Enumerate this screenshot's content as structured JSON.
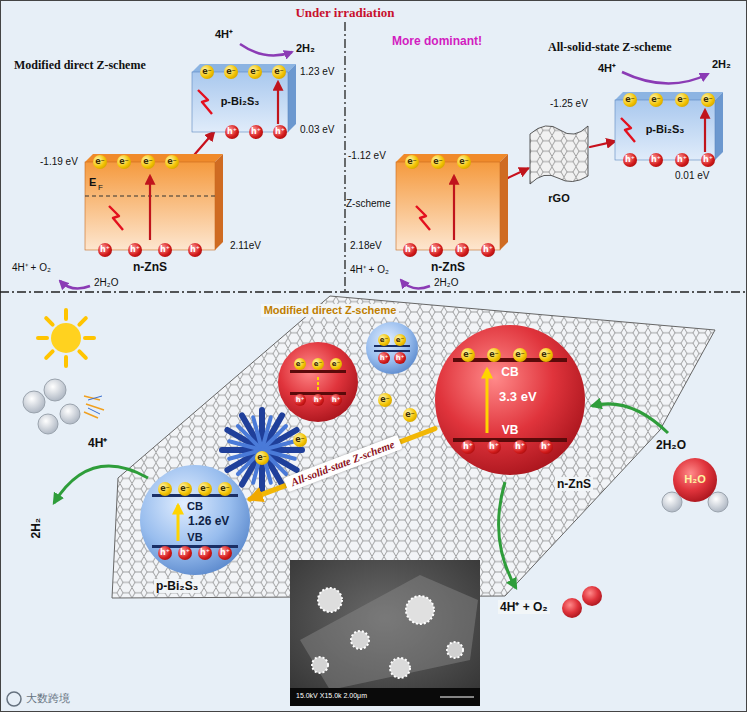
{
  "diagram": {
    "nodes": [
      {
        "text": [
          "n-ZnS"
        ]
      },
      {
        "text": [
          "p-Bi₂S₃"
        ]
      },
      {
        "text": [
          "n-ZnS"
        ]
      },
      {
        "text": [
          "rGO"
        ]
      },
      {
        "text": [
          "p-Bi₂S₃"
        ]
      },
      {
        "text": [
          "CB",
          "VB",
          "3.3 eV",
          "n-ZnS"
        ]
      },
      {
        "text": [
          "CB",
          "VB",
          "1.26 eV",
          "p-Bi₂S₃"
        ]
      }
    ],
    "edges": [
      {
        "from": 0,
        "to": 1,
        "arrow": "to"
      },
      {
        "from": 2,
        "to": 3,
        "arrow": "to"
      },
      {
        "from": 3,
        "to": 4,
        "arrow": "to"
      },
      {
        "from": 5,
        "to": 6,
        "arrow": "to",
        "label": "All-solid-state Z-scheme"
      }
    ],
    "labels": [
      "Under irradiation",
      "Modified direct Z-scheme",
      "4H⁺",
      "2H₂",
      "1.23 eV",
      "0.03 eV",
      "-1.19 eV",
      "E",
      "F",
      "2.11eV",
      "4H⁺ + O₂",
      "2H₂O",
      "More dominant!",
      "All-solid-state Z-scheme",
      "4H⁺",
      "2H₂",
      "-1.12 eV",
      "-1.25 eV",
      "Z-scheme",
      "0.01 eV",
      "2.18eV",
      "4H⁺ + O₂",
      "2H₂O",
      "Modified direct Z-scheme",
      "4H⁺",
      "2H₂",
      "2H₂O",
      "H₂O",
      "4H⁺ + O₂",
      "15.0kV X15.0k 2.00μm",
      "大数跨境",
      "e⁻",
      "e⁻",
      "e⁻",
      "e⁻",
      "h⁺",
      "h⁺",
      "h⁺",
      "h⁺",
      "e⁻",
      "e⁻",
      "e⁻",
      "e⁻",
      "h⁺",
      "h⁺",
      "h⁺",
      "e⁻",
      "e⁻",
      "e⁻",
      "h⁺",
      "h⁺",
      "h⁺",
      "h⁺",
      "e⁻",
      "e⁻",
      "e⁻",
      "e⁻",
      "h⁺",
      "h⁺",
      "h⁺",
      "h⁺",
      "e⁻",
      "e⁻",
      "e⁻",
      "h⁺",
      "h⁺",
      "h⁺",
      "e⁻",
      "e⁻",
      "h⁺",
      "h⁺",
      "e⁻",
      "e⁻",
      "e⁻",
      "e⁻",
      "h⁺",
      "h⁺",
      "h⁺",
      "h⁺",
      "e⁻",
      "e⁻",
      "e⁻",
      "e⁻",
      "h⁺",
      "h⁺",
      "h⁺",
      "h⁺",
      "e⁻",
      "e⁻",
      "e⁻",
      "e⁻"
    ]
  }
}
